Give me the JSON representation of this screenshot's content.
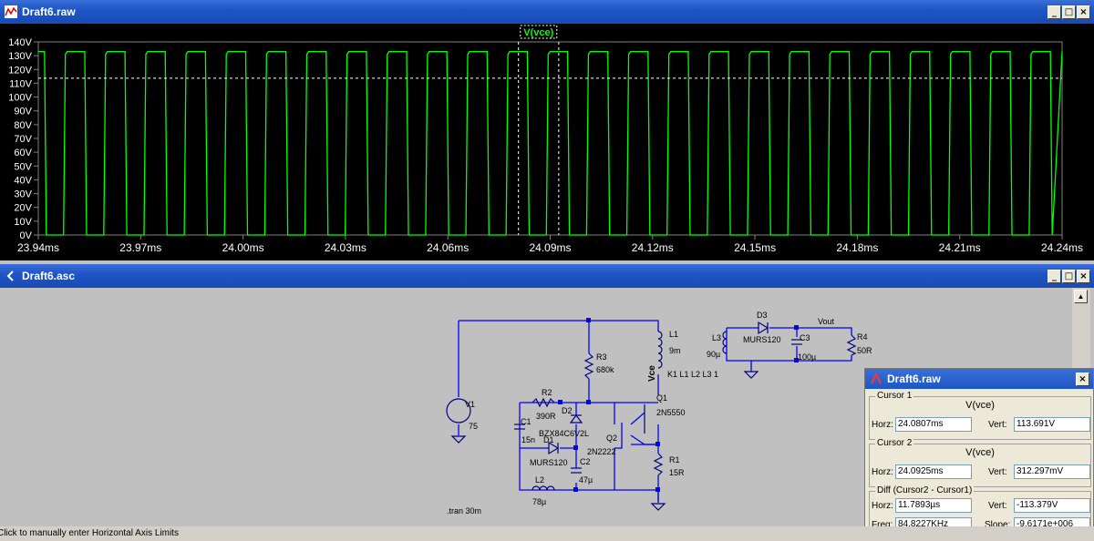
{
  "plot_window": {
    "title": "Draft6.raw",
    "trace_label": "V(vce)",
    "y_ticks": [
      "140V",
      "130V",
      "120V",
      "110V",
      "100V",
      "90V",
      "80V",
      "70V",
      "60V",
      "50V",
      "40V",
      "30V",
      "20V",
      "10V",
      "0V"
    ],
    "x_ticks": [
      "23.94ms",
      "23.97ms",
      "24.00ms",
      "24.03ms",
      "24.06ms",
      "24.09ms",
      "24.12ms",
      "24.15ms",
      "24.18ms",
      "24.21ms",
      "24.24ms"
    ],
    "colors": {
      "background": "#000000",
      "trace": "#00ff00",
      "grid": "#808080",
      "cursor": "#ffffff"
    }
  },
  "chart_data": {
    "type": "line",
    "series": [
      {
        "name": "V(vce)",
        "waveform": "rectangular pulses",
        "high_value": 133,
        "low_value": 0,
        "period_us": 11.79,
        "pulses_visible": 26
      }
    ],
    "xlim_ms": [
      23.94,
      24.24
    ],
    "ylim_V": [
      0,
      140
    ],
    "cursor_level_V": 113.691,
    "grid": true
  },
  "schematic_window": {
    "title": "Draft6.asc",
    "labels": {
      "v1": "V1",
      "v1_val": "75",
      "r2": "R2",
      "r2_val": "390R",
      "c1": "C1",
      "c1_val": "15n",
      "d2": "D2",
      "d2_val": "BZX84C6V2L",
      "d1": "D1",
      "d1_val": "MURS120",
      "c2": "C2",
      "c2_val": "47µ",
      "l2": "L2",
      "l2_val": "78µ",
      "q2": "Q2",
      "q2_val": "2N2222",
      "r3": "R3",
      "r3_val": "680k",
      "l1": "L1",
      "l1_val": "9m",
      "vce": "Vce",
      "k1": "K1 L1 L2 L3 1",
      "q1": "Q1",
      "q1_val": "2N5550",
      "r1": "R1",
      "r1_val": "15R",
      "l3": "L3",
      "l3_val": "90µ",
      "d3": "D3",
      "d3_val": "MURS120",
      "c3": "C3",
      "c3_val": "100µ",
      "vout": "Vout",
      "r4": "R4",
      "r4_val": "50R",
      "tran": ".tran 30m"
    },
    "colors": {
      "wire": "#0000ff",
      "component": "#000080",
      "background": "#c0c0c0"
    }
  },
  "cursor_dialog": {
    "title": "Draft6.raw",
    "cursor1": {
      "label": "Cursor 1",
      "signal": "V(vce)",
      "horz_label": "Horz:",
      "horz": "24.0807ms",
      "vert_label": "Vert:",
      "vert": "113.691V"
    },
    "cursor2": {
      "label": "Cursor 2",
      "signal": "V(vce)",
      "horz_label": "Horz:",
      "horz": "24.0925ms",
      "vert_label": "Vert:",
      "vert": "312.297mV"
    },
    "diff": {
      "label": "Diff (Cursor2 - Cursor1)",
      "horz_label": "Horz:",
      "horz": "11.7893µs",
      "vert_label": "Vert:",
      "vert": "-113.379V",
      "freq_label": "Freq:",
      "freq": "84.8227KHz",
      "slope_label": "Slope:",
      "slope": "-9.6171e+006"
    }
  },
  "window_buttons": {
    "minimize": "_",
    "restore": "□",
    "close": "×"
  },
  "status_bar": {
    "text": "Click to manually enter Horizontal Axis Limits"
  }
}
